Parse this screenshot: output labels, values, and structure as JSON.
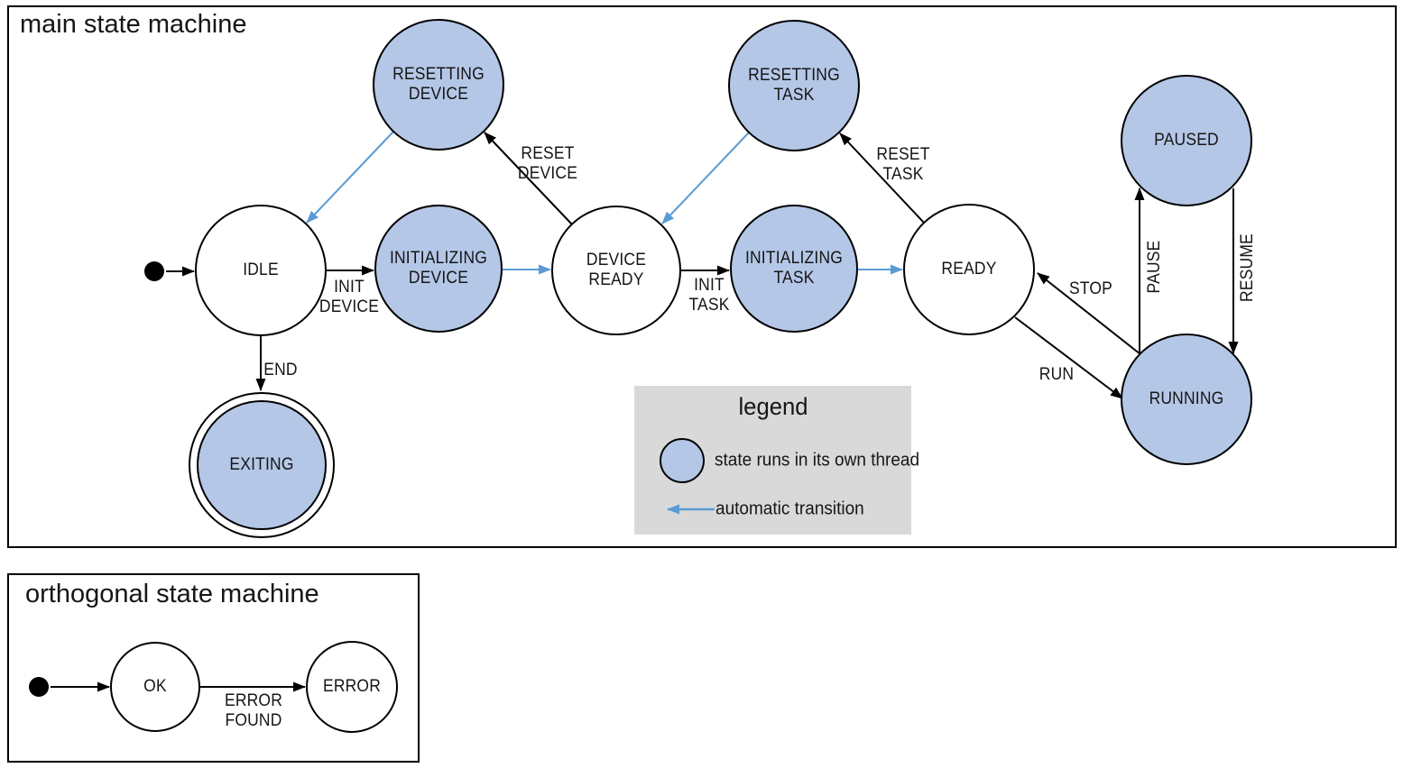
{
  "colors": {
    "threaded_state_fill": "#b4c7e7",
    "plain_state_fill": "#ffffff",
    "state_border": "#000000",
    "normal_transition_arrow": "#000000",
    "automatic_transition_arrow": "#5b9bd5",
    "legend_background": "#d9d9d9",
    "initial_dot": "#000000"
  },
  "main_machine": {
    "title": "main state machine",
    "states": {
      "initial": {
        "type": "initial-pseudostate",
        "label": ""
      },
      "idle": {
        "label": "IDLE",
        "threaded": false
      },
      "resetting_device": {
        "label": "RESETTING\nDEVICE",
        "threaded": true
      },
      "initializing_device": {
        "label": "INITIALIZING\nDEVICE",
        "threaded": true
      },
      "device_ready": {
        "label": "DEVICE\nREADY",
        "threaded": false
      },
      "resetting_task": {
        "label": "RESETTING\nTASK",
        "threaded": true
      },
      "initializing_task": {
        "label": "INITIALIZING\nTASK",
        "threaded": true
      },
      "ready": {
        "label": "READY",
        "threaded": false
      },
      "paused": {
        "label": "PAUSED",
        "threaded": true
      },
      "running": {
        "label": "RUNNING",
        "threaded": true
      },
      "exiting": {
        "label": "EXITING",
        "threaded": true,
        "final": true
      }
    },
    "transitions": {
      "start": {
        "from": "initial",
        "to": "idle",
        "label": "",
        "automatic": false
      },
      "init_device": {
        "from": "idle",
        "to": "initializing_device",
        "label": "INIT\nDEVICE",
        "automatic": false
      },
      "device_initialized": {
        "from": "initializing_device",
        "to": "device_ready",
        "label": "",
        "automatic": true
      },
      "reset_device": {
        "from": "device_ready",
        "to": "resetting_device",
        "label": "RESET\nDEVICE",
        "automatic": false
      },
      "device_reset_done": {
        "from": "resetting_device",
        "to": "idle",
        "label": "",
        "automatic": true
      },
      "init_task": {
        "from": "device_ready",
        "to": "initializing_task",
        "label": "INIT\nTASK",
        "automatic": false
      },
      "task_initialized": {
        "from": "initializing_task",
        "to": "ready",
        "label": "",
        "automatic": true
      },
      "reset_task": {
        "from": "ready",
        "to": "resetting_task",
        "label": "RESET\nTASK",
        "automatic": false
      },
      "task_reset_done": {
        "from": "resetting_task",
        "to": "device_ready",
        "label": "",
        "automatic": true
      },
      "run": {
        "from": "ready",
        "to": "running",
        "label": "RUN",
        "automatic": false
      },
      "stop": {
        "from": "running",
        "to": "ready",
        "label": "STOP",
        "automatic": false
      },
      "pause": {
        "from": "running",
        "to": "paused",
        "label": "PAUSE",
        "automatic": false
      },
      "resume": {
        "from": "paused",
        "to": "running",
        "label": "RESUME",
        "automatic": false
      },
      "end": {
        "from": "idle",
        "to": "exiting",
        "label": "END",
        "automatic": false
      }
    }
  },
  "legend": {
    "title": "legend",
    "thread_item_label": "state runs in its own thread",
    "auto_item_label": "automatic transition"
  },
  "orthogonal_machine": {
    "title": "orthogonal state machine",
    "states": {
      "initial": {
        "type": "initial-pseudostate",
        "label": ""
      },
      "ok": {
        "label": "OK",
        "threaded": false
      },
      "error": {
        "label": "ERROR",
        "threaded": false
      }
    },
    "transitions": {
      "start": {
        "from": "initial",
        "to": "ok",
        "label": "",
        "automatic": false
      },
      "error_found": {
        "from": "ok",
        "to": "error",
        "label": "ERROR\nFOUND",
        "automatic": false
      }
    }
  }
}
